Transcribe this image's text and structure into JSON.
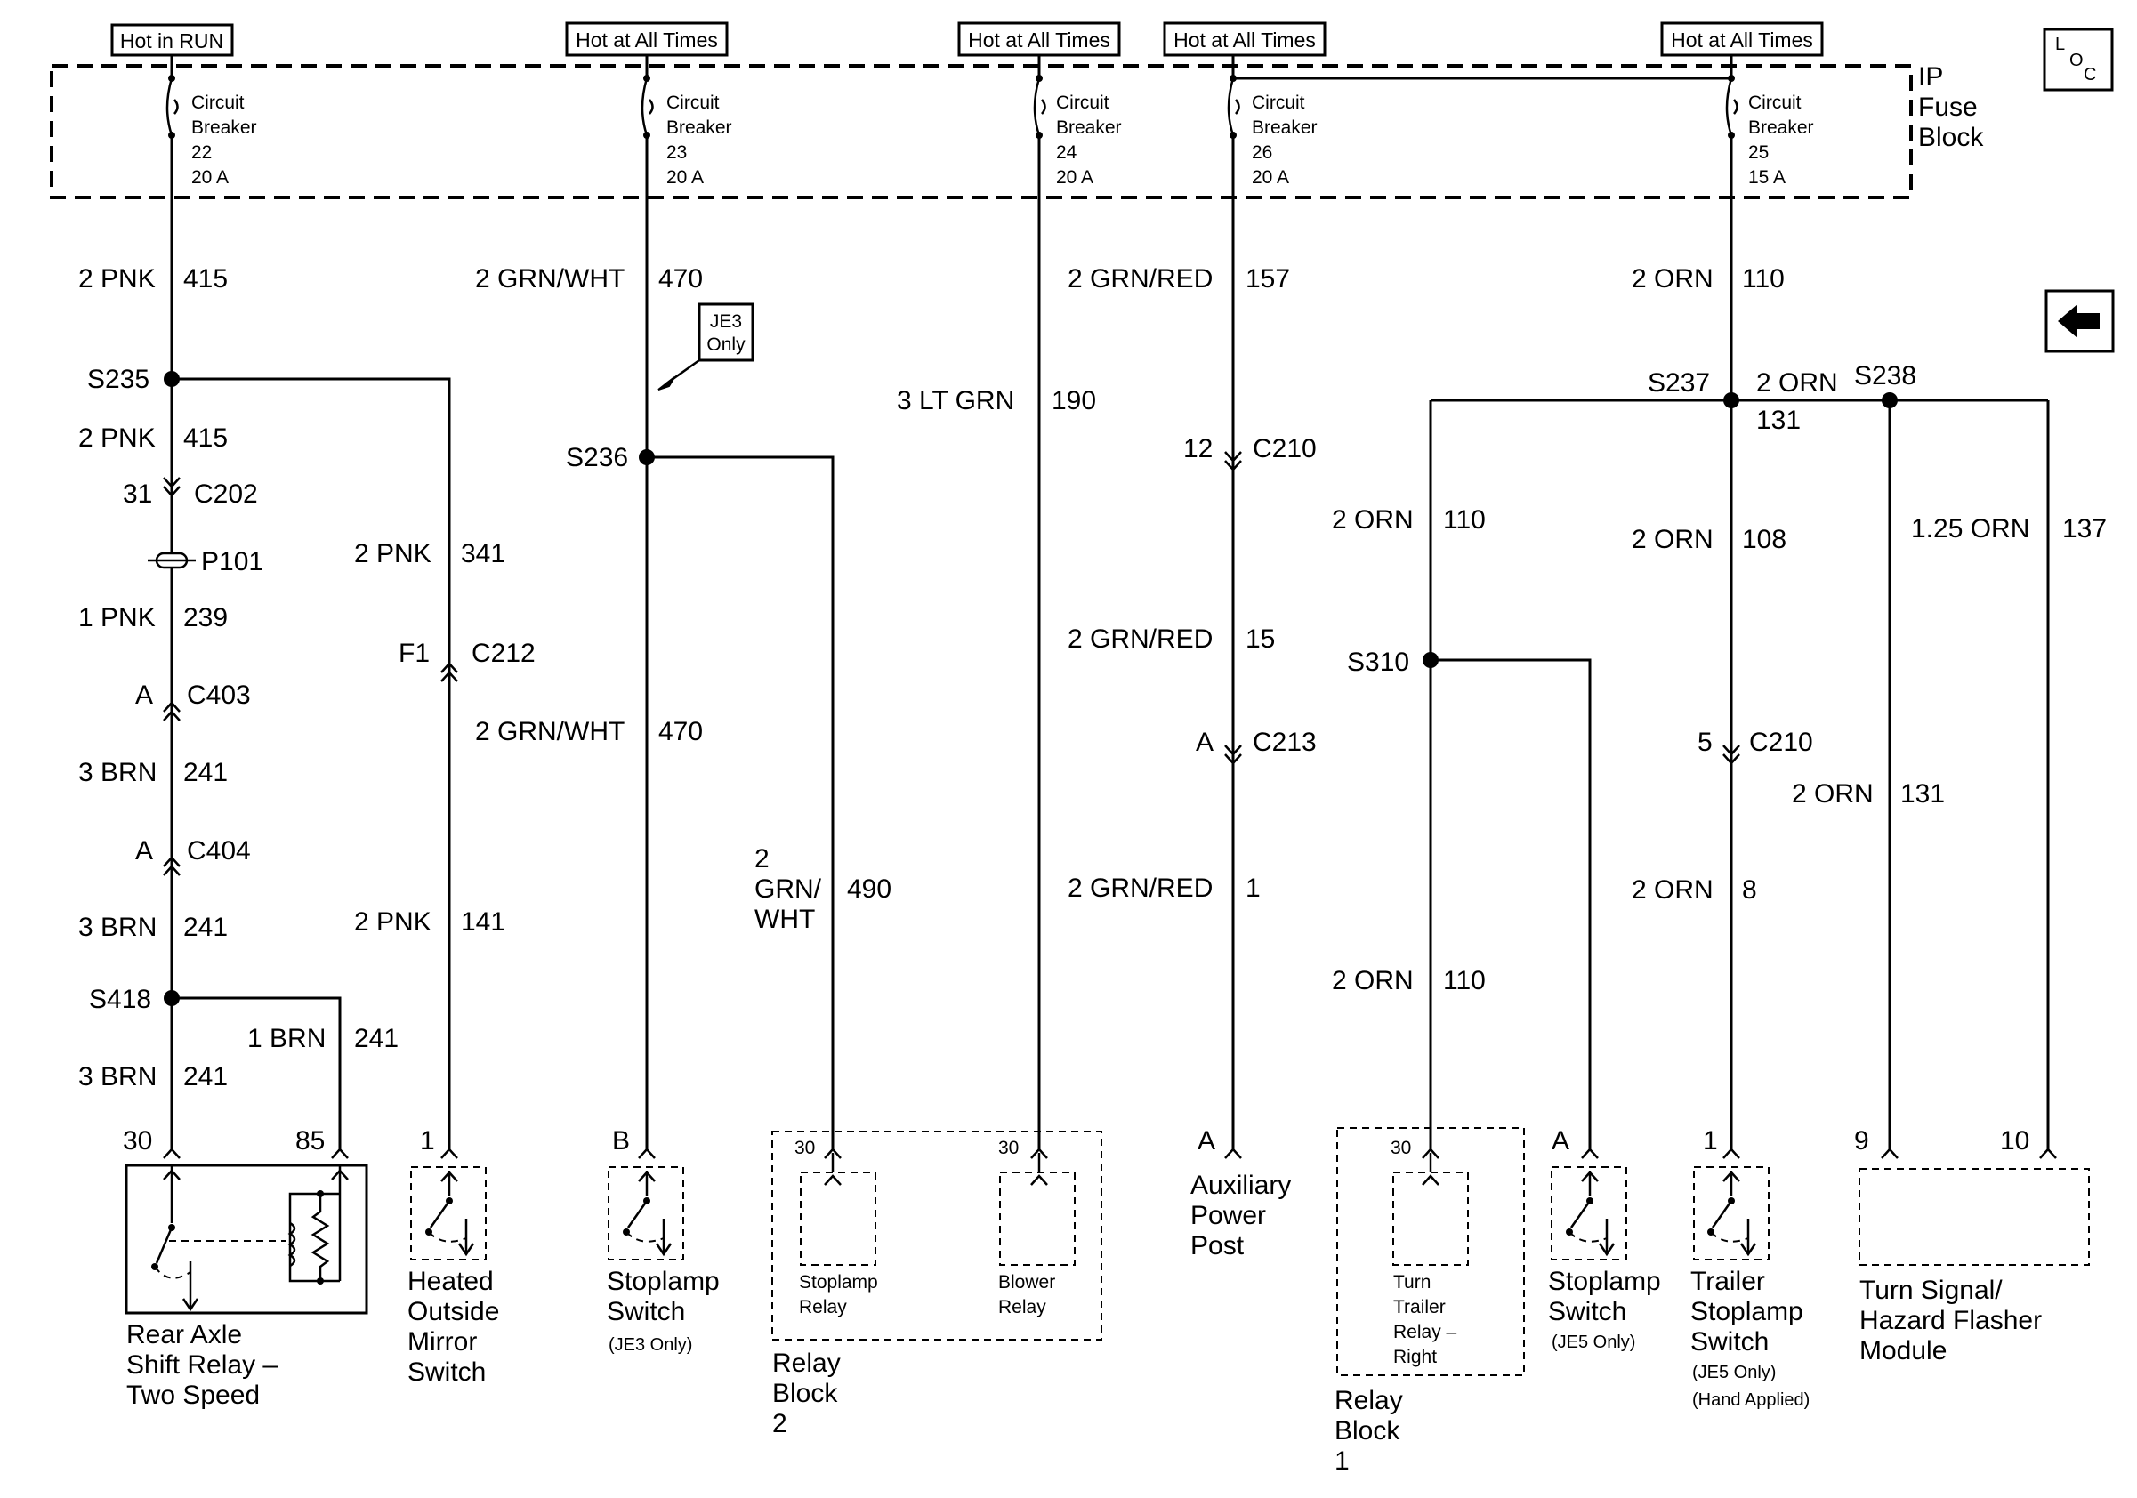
{
  "power_labels": [
    "Hot in RUN",
    "Hot at All Times",
    "Hot at All Times",
    "Hot at All Times",
    "Hot at All Times"
  ],
  "fuse_block": {
    "line1": "IP",
    "line2": "Fuse",
    "line3": "Block"
  },
  "breakers": [
    {
      "label": "Circuit",
      "label2": "Breaker",
      "number": "22",
      "amps": "20 A"
    },
    {
      "label": "Circuit",
      "label2": "Breaker",
      "number": "23",
      "amps": "20 A"
    },
    {
      "label": "Circuit",
      "label2": "Breaker",
      "number": "24",
      "amps": "20 A"
    },
    {
      "label": "Circuit",
      "label2": "Breaker",
      "number": "26",
      "amps": "20 A"
    },
    {
      "label": "Circuit",
      "label2": "Breaker",
      "number": "25",
      "amps": "15 A"
    }
  ],
  "loc_icon": {
    "l": "L",
    "o": "O",
    "c": "C"
  },
  "wires": {
    "c1_top_color": "2 PNK",
    "c1_top_circuit": "415",
    "c1_mid_color": "2 PNK",
    "c1_mid_circuit": "415",
    "c1_p101_color": "1 PNK",
    "c1_p101_circuit": "239",
    "c1_brn1_color": "3 BRN",
    "c1_brn1_circuit": "241",
    "c1_brn2_color": "3 BRN",
    "c1_brn2_circuit": "241",
    "c1_brn3_color": "3 BRN",
    "c1_brn3_circuit": "241",
    "c1_branch_color": "1 BRN",
    "c1_branch_circuit": "241",
    "mirror_upper_color": "2 PNK",
    "mirror_upper_circuit": "341",
    "mirror_lower_color": "2 PNK",
    "mirror_lower_circuit": "141",
    "c2_top_color": "2 GRN/WHT",
    "c2_top_circuit": "470",
    "c2_low_color": "2 GRN/WHT",
    "c2_low_circuit": "470",
    "c2_branch_color1": "2",
    "c2_branch_color2": "GRN/",
    "c2_branch_color3": "WHT",
    "c2_branch_circuit": "490",
    "c3_color": "3 LT GRN",
    "c3_circuit": "190",
    "c4_top_color": "2 GRN/RED",
    "c4_top_circuit": "157",
    "c4_mid_color": "2 GRN/RED",
    "c4_mid_circuit": "15",
    "c4_low_color": "2 GRN/RED",
    "c4_low_circuit": "1",
    "c5_top_color": "2 ORN",
    "c5_top_circuit": "110",
    "c5_s237_color": "2 ORN",
    "c5_s237_circuit": "131",
    "left_orn_color": "2 ORN",
    "left_orn_circuit": "110",
    "left_orn_low_color": "2 ORN",
    "left_orn_low_circuit": "110",
    "trailer_color": "2 ORN",
    "trailer_circuit": "108",
    "trailer_low_color": "2 ORN",
    "trailer_low_circuit": "8",
    "flasher_orn_color": "2 ORN",
    "flasher_orn_circuit": "131",
    "flasher_125_color": "1.25 ORN",
    "flasher_125_circuit": "137"
  },
  "splices": {
    "s235": "S235",
    "s236": "S236",
    "s237": "S237",
    "s238": "S238",
    "s310": "S310",
    "s418": "S418"
  },
  "connectors": {
    "c202_pin": "31",
    "c202": "C202",
    "p101": "P101",
    "c403_pin": "A",
    "c403": "C403",
    "c404_pin": "A",
    "c404": "C404",
    "c212_pin": "F1",
    "c212": "C212",
    "c210a_pin": "12",
    "c210a": "C210",
    "c213_pin": "A",
    "c213": "C213",
    "c210b_pin": "5",
    "c210b": "C210"
  },
  "note_je3": {
    "line1": "JE3",
    "line2": "Only"
  },
  "pins": {
    "relay_30": "30",
    "relay_85": "85",
    "mirror": "1",
    "stop_je3": "B",
    "rb2_a": "30",
    "rb2_b": "30",
    "aux": "A",
    "rb1": "30",
    "stop_je5": "A",
    "trailer": "1",
    "flasher_9": "9",
    "flasher_10": "10"
  },
  "components": {
    "rear_axle": [
      "Rear Axle",
      "Shift Relay –",
      "Two Speed"
    ],
    "mirror_switch": [
      "Heated",
      "Outside",
      "Mirror",
      "Switch"
    ],
    "stoplamp_je3": [
      "Stoplamp",
      "Switch",
      "(JE3 Only)"
    ],
    "stoplamp_relay": [
      "Stoplamp",
      "Relay"
    ],
    "blower_relay": [
      "Blower",
      "Relay"
    ],
    "relay_block_2": [
      "Relay",
      "Block",
      "2"
    ],
    "aux_power": [
      "Auxiliary",
      "Power",
      "Post"
    ],
    "turn_trailer_relay": [
      "Turn",
      "Trailer",
      "Relay –",
      "Right"
    ],
    "relay_block_1": [
      "Relay",
      "Block",
      "1"
    ],
    "stoplamp_je5": [
      "Stoplamp",
      "Switch",
      "(JE5 Only)"
    ],
    "trailer_switch": [
      "Trailer",
      "Stoplamp",
      "Switch",
      "(JE5 Only)",
      "(Hand Applied)"
    ],
    "flasher": [
      "Turn Signal/",
      "Hazard Flasher",
      "Module"
    ]
  },
  "nav_icon": "left-arrow-icon"
}
